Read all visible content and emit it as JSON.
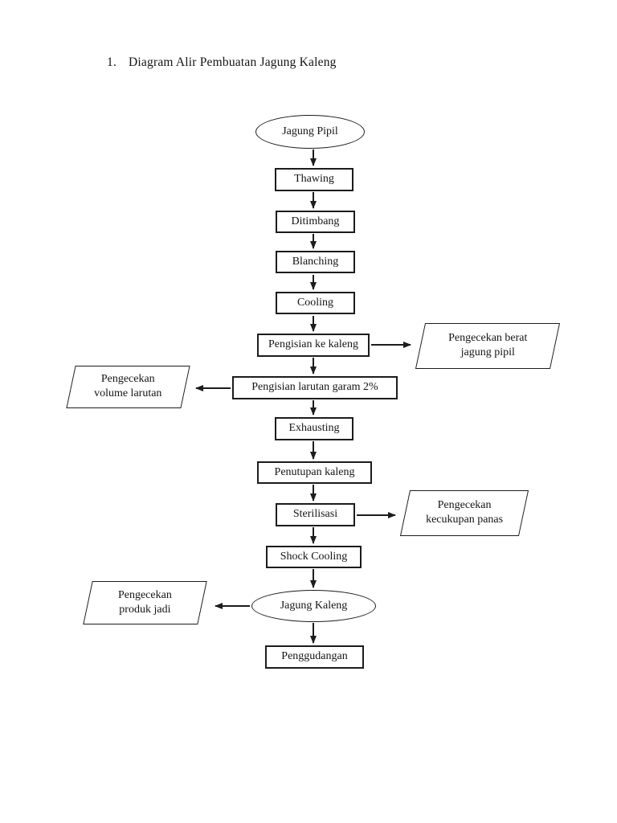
{
  "title": {
    "number": "1.",
    "text": "Diagram Alir Pembuatan Jagung Kaleng"
  },
  "flowchart": {
    "nodes": {
      "start": "Jagung Pipil",
      "thawing": "Thawing",
      "ditimbang": "Ditimbang",
      "blanching": "Blanching",
      "cooling": "Cooling",
      "pengisian_kaleng": "Pengisian ke kaleng",
      "pengisian_larutan": "Pengisian larutan garam 2%",
      "exhausting": "Exhausting",
      "penutupan": "Penutupan kaleng",
      "sterilisasi": "Sterilisasi",
      "shock_cooling": "Shock Cooling",
      "end": "Jagung Kaleng",
      "penggudangan": "Penggudangan"
    },
    "checks": {
      "berat": "Pengecekan berat\njagung pipil",
      "volume": "Pengecekan\nvolume larutan",
      "panas": "Pengecekan\nkecukupan panas",
      "produk": "Pengecekan\nproduk jadi"
    },
    "edges": [
      "Jagung Pipil -> Thawing",
      "Thawing -> Ditimbang",
      "Ditimbang -> Blanching",
      "Blanching -> Cooling",
      "Cooling -> Pengisian ke kaleng",
      "Pengisian ke kaleng -> Pengecekan berat jagung pipil",
      "Pengisian ke kaleng -> Pengisian larutan garam 2%",
      "Pengisian larutan garam 2% -> Pengecekan volume larutan",
      "Pengisian larutan garam 2% -> Exhausting",
      "Exhausting -> Penutupan kaleng",
      "Penutupan kaleng -> Sterilisasi",
      "Sterilisasi -> Pengecekan kecukupan panas",
      "Sterilisasi -> Shock Cooling",
      "Shock Cooling -> Jagung Kaleng",
      "Jagung Kaleng -> Pengecekan produk jadi",
      "Jagung Kaleng -> Penggudangan"
    ],
    "colors": {
      "line": "#1c1c1c",
      "background": "#ffffff"
    }
  }
}
